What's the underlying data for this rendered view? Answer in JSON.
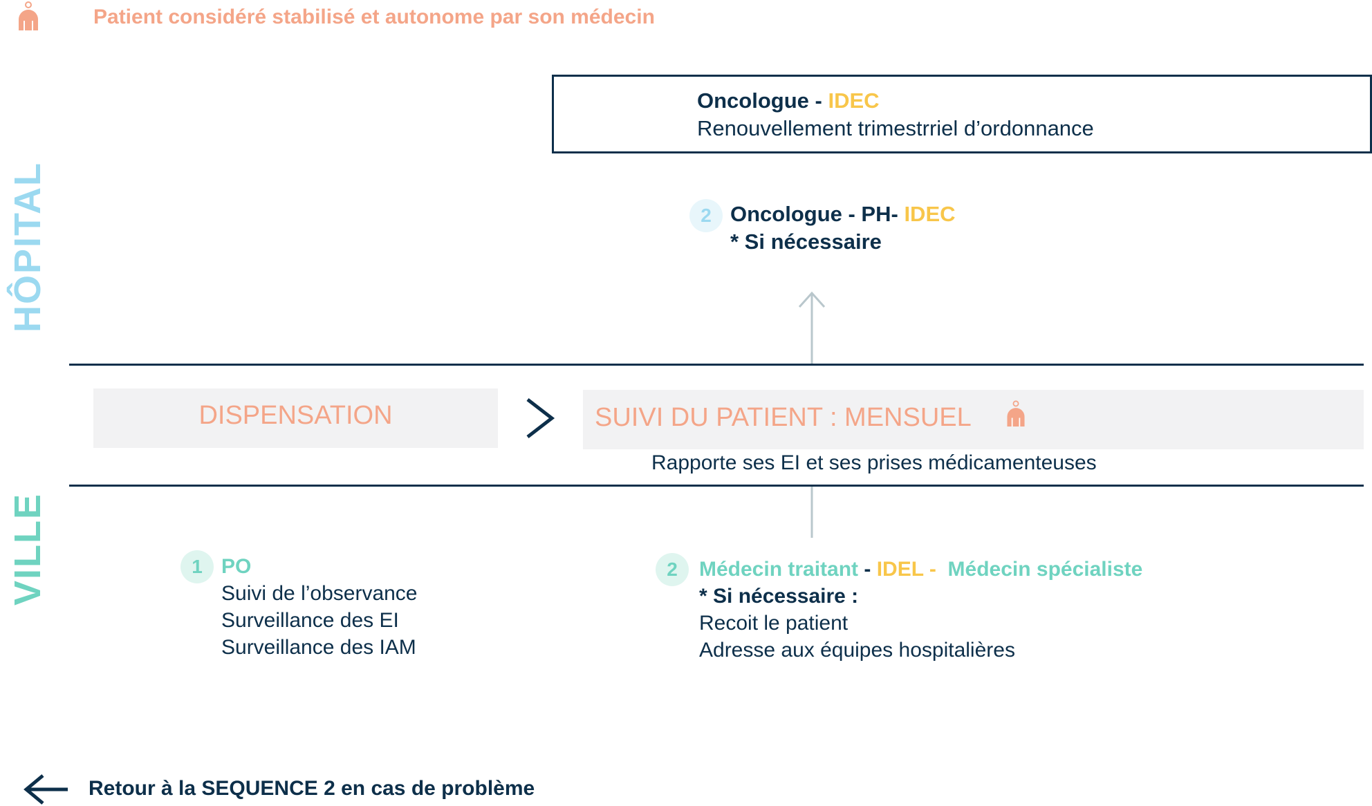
{
  "header": {
    "note": "Patient considéré stabilisé et autonome par son médecin",
    "patient_icon": "patient-icon"
  },
  "zones": {
    "hopital": "HÔPITAL",
    "ville": "VILLE"
  },
  "hopital": {
    "box": {
      "role_a": "Oncologue",
      "sep": " - ",
      "role_b": "IDEC",
      "desc": "Renouvellement trimestrriel d’ordonnance"
    },
    "step2": {
      "badge": "2",
      "role_a": "Oncologue - PH- ",
      "role_b": "IDEC",
      "note": "* Si nécessaire"
    }
  },
  "flow": {
    "dispensation": "DISPENSATION",
    "suivi": "SUIVI DU PATIENT : MENSUEL",
    "rapport": "Rapporte ses EI et ses prises médicamenteuses"
  },
  "ville": {
    "step1": {
      "badge": "1",
      "role": "PO",
      "lines": [
        "Suivi de l’observance",
        "Surveillance des EI",
        "Surveillance des IAM"
      ]
    },
    "step2": {
      "badge": "2",
      "role_a": "Médecin traitant",
      "sep1": " - ",
      "role_b": "IDEL",
      "sep2": " -  ",
      "role_c": "Médecin spécialiste",
      "note": "* Si nécessaire :",
      "lines": [
        "Recoit le patient",
        "Adresse aux équipes hospitalières"
      ]
    }
  },
  "footer": {
    "back": "Retour à la SEQUENCE 2 en cas de problème"
  },
  "colors": {
    "navy": "#0d2f4a",
    "salmon": "#f4a588",
    "yellow": "#f8c64a",
    "teal": "#6fd3c0",
    "light_blue": "#9bd9f0",
    "band_gray": "#f2f2f3"
  }
}
